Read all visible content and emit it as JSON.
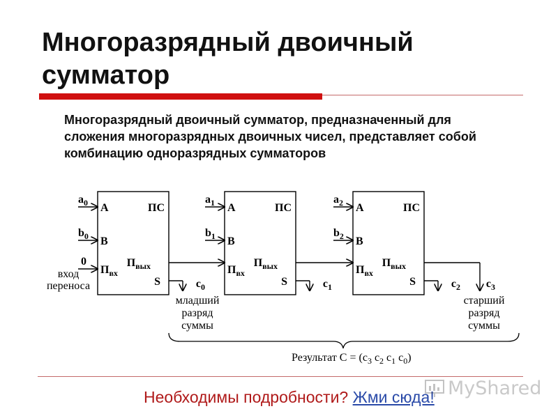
{
  "slide": {
    "title": "Многоразрядный двоичный сумматор",
    "description": "Многоразрядный двоичный сумматор, предназначенный для сложения многоразрядных двоичных чисел, представляет собой комбинацию одноразрядных сумматоров"
  },
  "diagram": {
    "adders": [
      {
        "input_a_label": "a",
        "input_a_sub": "0",
        "input_b_label": "b",
        "input_b_sub": "0",
        "carry_out_label": "c",
        "carry_out_sub": "0",
        "pin_a": "A",
        "pin_b": "B",
        "pin_cin": "П",
        "pin_cin_sub": "вх",
        "pin_ps": "ПС",
        "pin_cout": "П",
        "pin_cout_sub": "вых",
        "pin_s": "S"
      },
      {
        "input_a_label": "a",
        "input_a_sub": "1",
        "input_b_label": "b",
        "input_b_sub": "1",
        "carry_out_label": "c",
        "carry_out_sub": "1",
        "pin_a": "A",
        "pin_b": "B",
        "pin_cin": "П",
        "pin_cin_sub": "вх",
        "pin_ps": "ПС",
        "pin_cout": "П",
        "pin_cout_sub": "вых",
        "pin_s": "S"
      },
      {
        "input_a_label": "a",
        "input_a_sub": "2",
        "input_b_label": "b",
        "input_b_sub": "2",
        "carry_out_label": "c",
        "carry_out_sub": "2",
        "pin_a": "A",
        "pin_b": "B",
        "pin_cin": "П",
        "pin_cin_sub": "вх",
        "pin_ps": "ПС",
        "pin_cout": "П",
        "pin_cout_sub": "вых",
        "pin_s": "S"
      }
    ],
    "carry_in_value": "0",
    "carry_in_caption": [
      "вход",
      "переноса"
    ],
    "final_carry_label": "c",
    "final_carry_sub": "3",
    "low_bit_caption": [
      "младший",
      "разряд",
      "суммы"
    ],
    "high_bit_caption": [
      "старший",
      "разряд",
      "суммы"
    ],
    "result_prefix": "Результат С = (с",
    "result_parts": [
      {
        "sub": "3",
        "after": " с"
      },
      {
        "sub": "2",
        "after": " с"
      },
      {
        "sub": "1",
        "after": " с"
      },
      {
        "sub": "0",
        "after": ")"
      }
    ]
  },
  "footer": {
    "question": "Необходимы подробности?",
    "link_text": "Жми сюда!"
  },
  "watermark": {
    "text": "MyShared",
    "icon": "presentation-screen-icon"
  }
}
